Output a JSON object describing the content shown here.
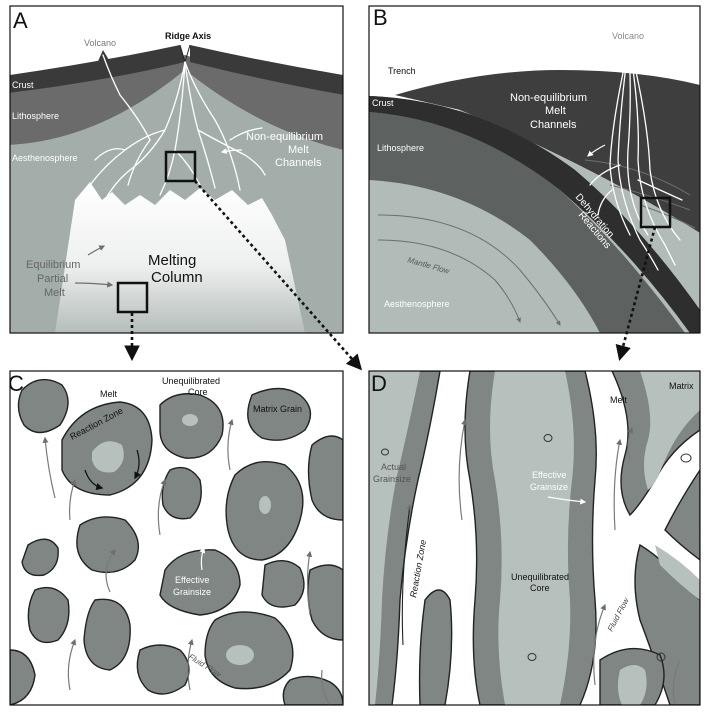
{
  "panels": {
    "a": {
      "letter": "A",
      "labels": {
        "ridge_axis": "Ridge Axis",
        "volcano": "Volcano",
        "crust": "Crust",
        "lithosphere": "Lithosphere",
        "aesthenosphere": "Aesthenosphere",
        "non_eq_1": "Non-equilibrium",
        "non_eq_2": "Melt",
        "non_eq_3": "Channels",
        "eq_1": "Equilibrium",
        "eq_2": "Partial",
        "eq_3": "Melt",
        "melting_1": "Melting",
        "melting_2": "Column"
      }
    },
    "b": {
      "letter": "B",
      "labels": {
        "volcano": "Volcano",
        "trench": "Trench",
        "crust": "Crust",
        "lithosphere": "Lithosphere",
        "non_eq_1": "Non-equilibrium",
        "non_eq_2": "Melt",
        "non_eq_3": "Channels",
        "dehydration_1": "Dehydration",
        "dehydration_2": "Reactions",
        "mantle_flow": "Mantle Flow",
        "aesthenosphere": "Aesthenosphere"
      }
    },
    "c": {
      "letter": "C",
      "labels": {
        "melt": "Melt",
        "uneq_1": "Unequilibrated",
        "uneq_2": "Core",
        "matrix_grain": "Matrix Grain",
        "reaction_zone": "Reaction Zone",
        "effective_1": "Effective",
        "effective_2": "Grainsize",
        "fluid_flow": "Fluid Flow"
      }
    },
    "d": {
      "letter": "D",
      "labels": {
        "melt": "Melt",
        "matrix": "Matrix",
        "actual_1": "Actual",
        "actual_2": "Grainsize",
        "effective_1": "Effective",
        "effective_2": "Grainsize",
        "reaction_zone": "Reaction Zone",
        "uneq_1": "Unequilibrated",
        "uneq_2": "Core",
        "fluid_flow": "Fluid Flow"
      }
    }
  },
  "colors": {
    "crust": "#3a3a3a",
    "lithosphere": "#6b6b6b",
    "aesthenosphere": "#a3aeab",
    "melt_white": "#ffffff",
    "grain_rim": "#7f8684",
    "grain_core": "#b6c1bd",
    "outline": "#222222"
  }
}
